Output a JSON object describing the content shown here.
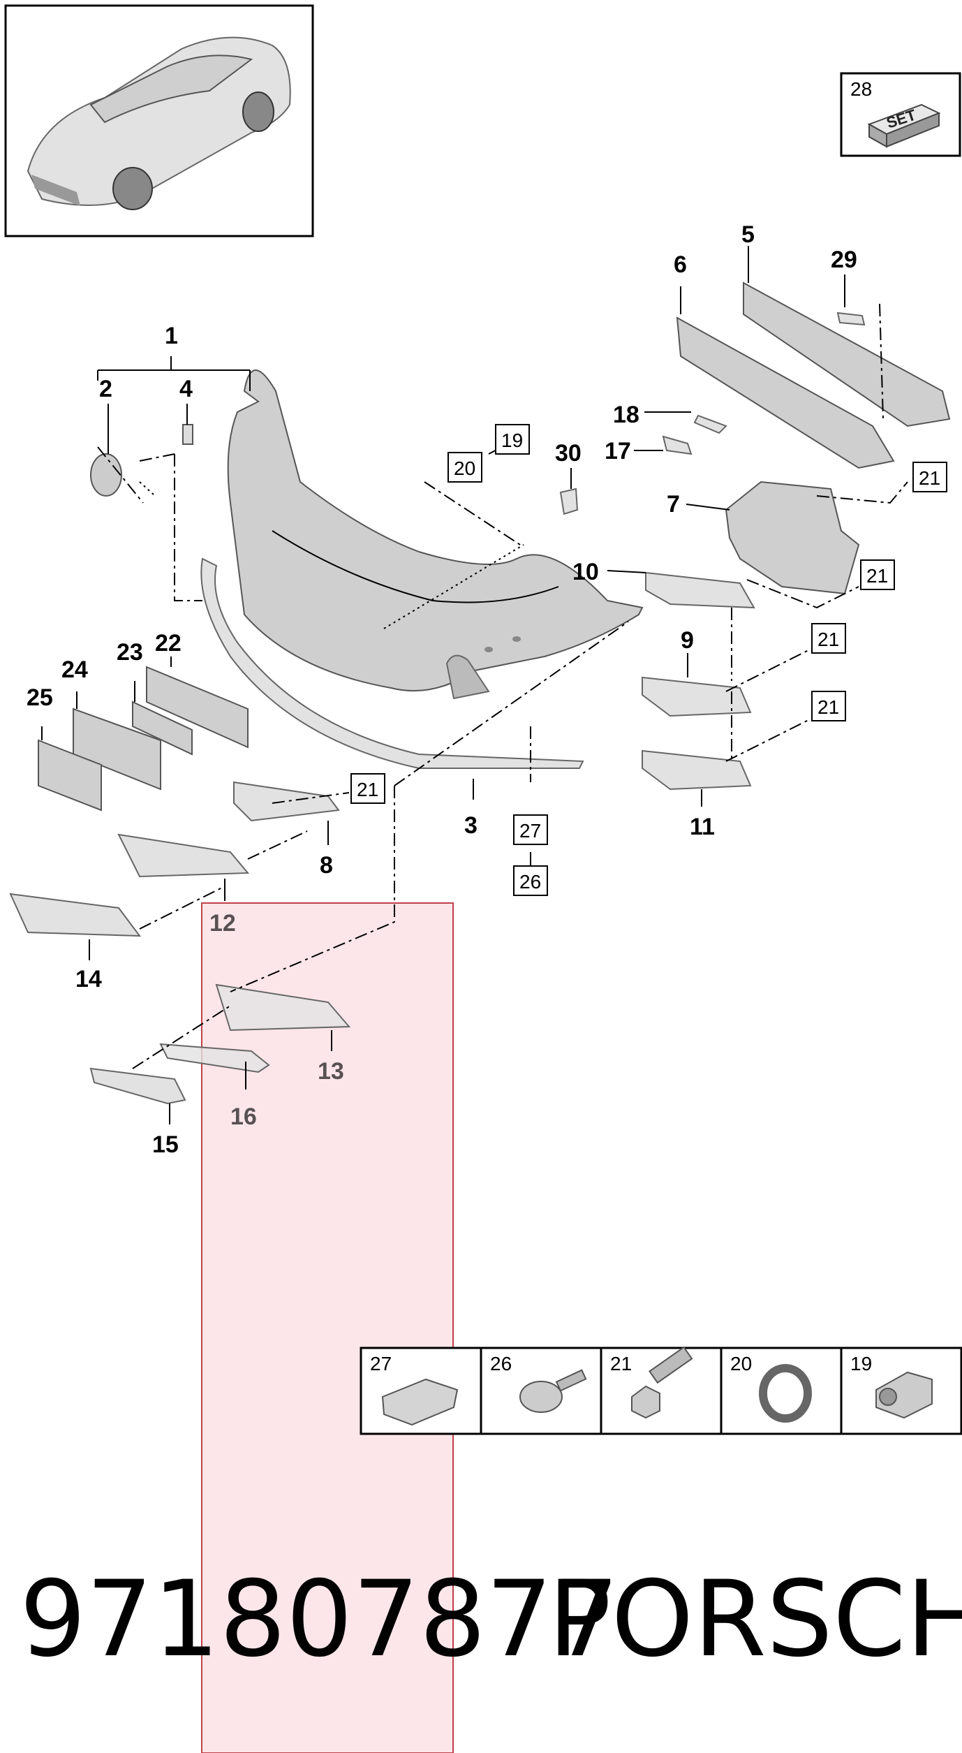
{
  "callouts": [
    {
      "num": "1"
    },
    {
      "num": "2"
    },
    {
      "num": "3"
    },
    {
      "num": "4"
    },
    {
      "num": "5"
    },
    {
      "num": "6"
    },
    {
      "num": "7"
    },
    {
      "num": "8"
    },
    {
      "num": "9"
    },
    {
      "num": "10"
    },
    {
      "num": "11"
    },
    {
      "num": "12"
    },
    {
      "num": "13"
    },
    {
      "num": "14"
    },
    {
      "num": "15"
    },
    {
      "num": "16"
    },
    {
      "num": "17"
    },
    {
      "num": "18"
    },
    {
      "num": "22"
    },
    {
      "num": "23"
    },
    {
      "num": "24"
    },
    {
      "num": "25"
    },
    {
      "num": "29"
    },
    {
      "num": "30"
    }
  ],
  "boxed_refs": {
    "set": "28",
    "set_label": "SET",
    "r19": "19",
    "r20": "20",
    "r21a": "21",
    "r21b": "21",
    "r21c": "21",
    "r21d": "21",
    "r21e": "21",
    "r27": "27",
    "r26": "26"
  },
  "legend": [
    {
      "num": "27"
    },
    {
      "num": "26"
    },
    {
      "num": "21"
    },
    {
      "num": "20"
    },
    {
      "num": "19"
    }
  ],
  "footer": {
    "part_number": "971807877",
    "brand": "PORSCHE"
  },
  "colors": {
    "highlight_fill": "#fde2e6",
    "highlight_stroke": "#c0404a"
  }
}
